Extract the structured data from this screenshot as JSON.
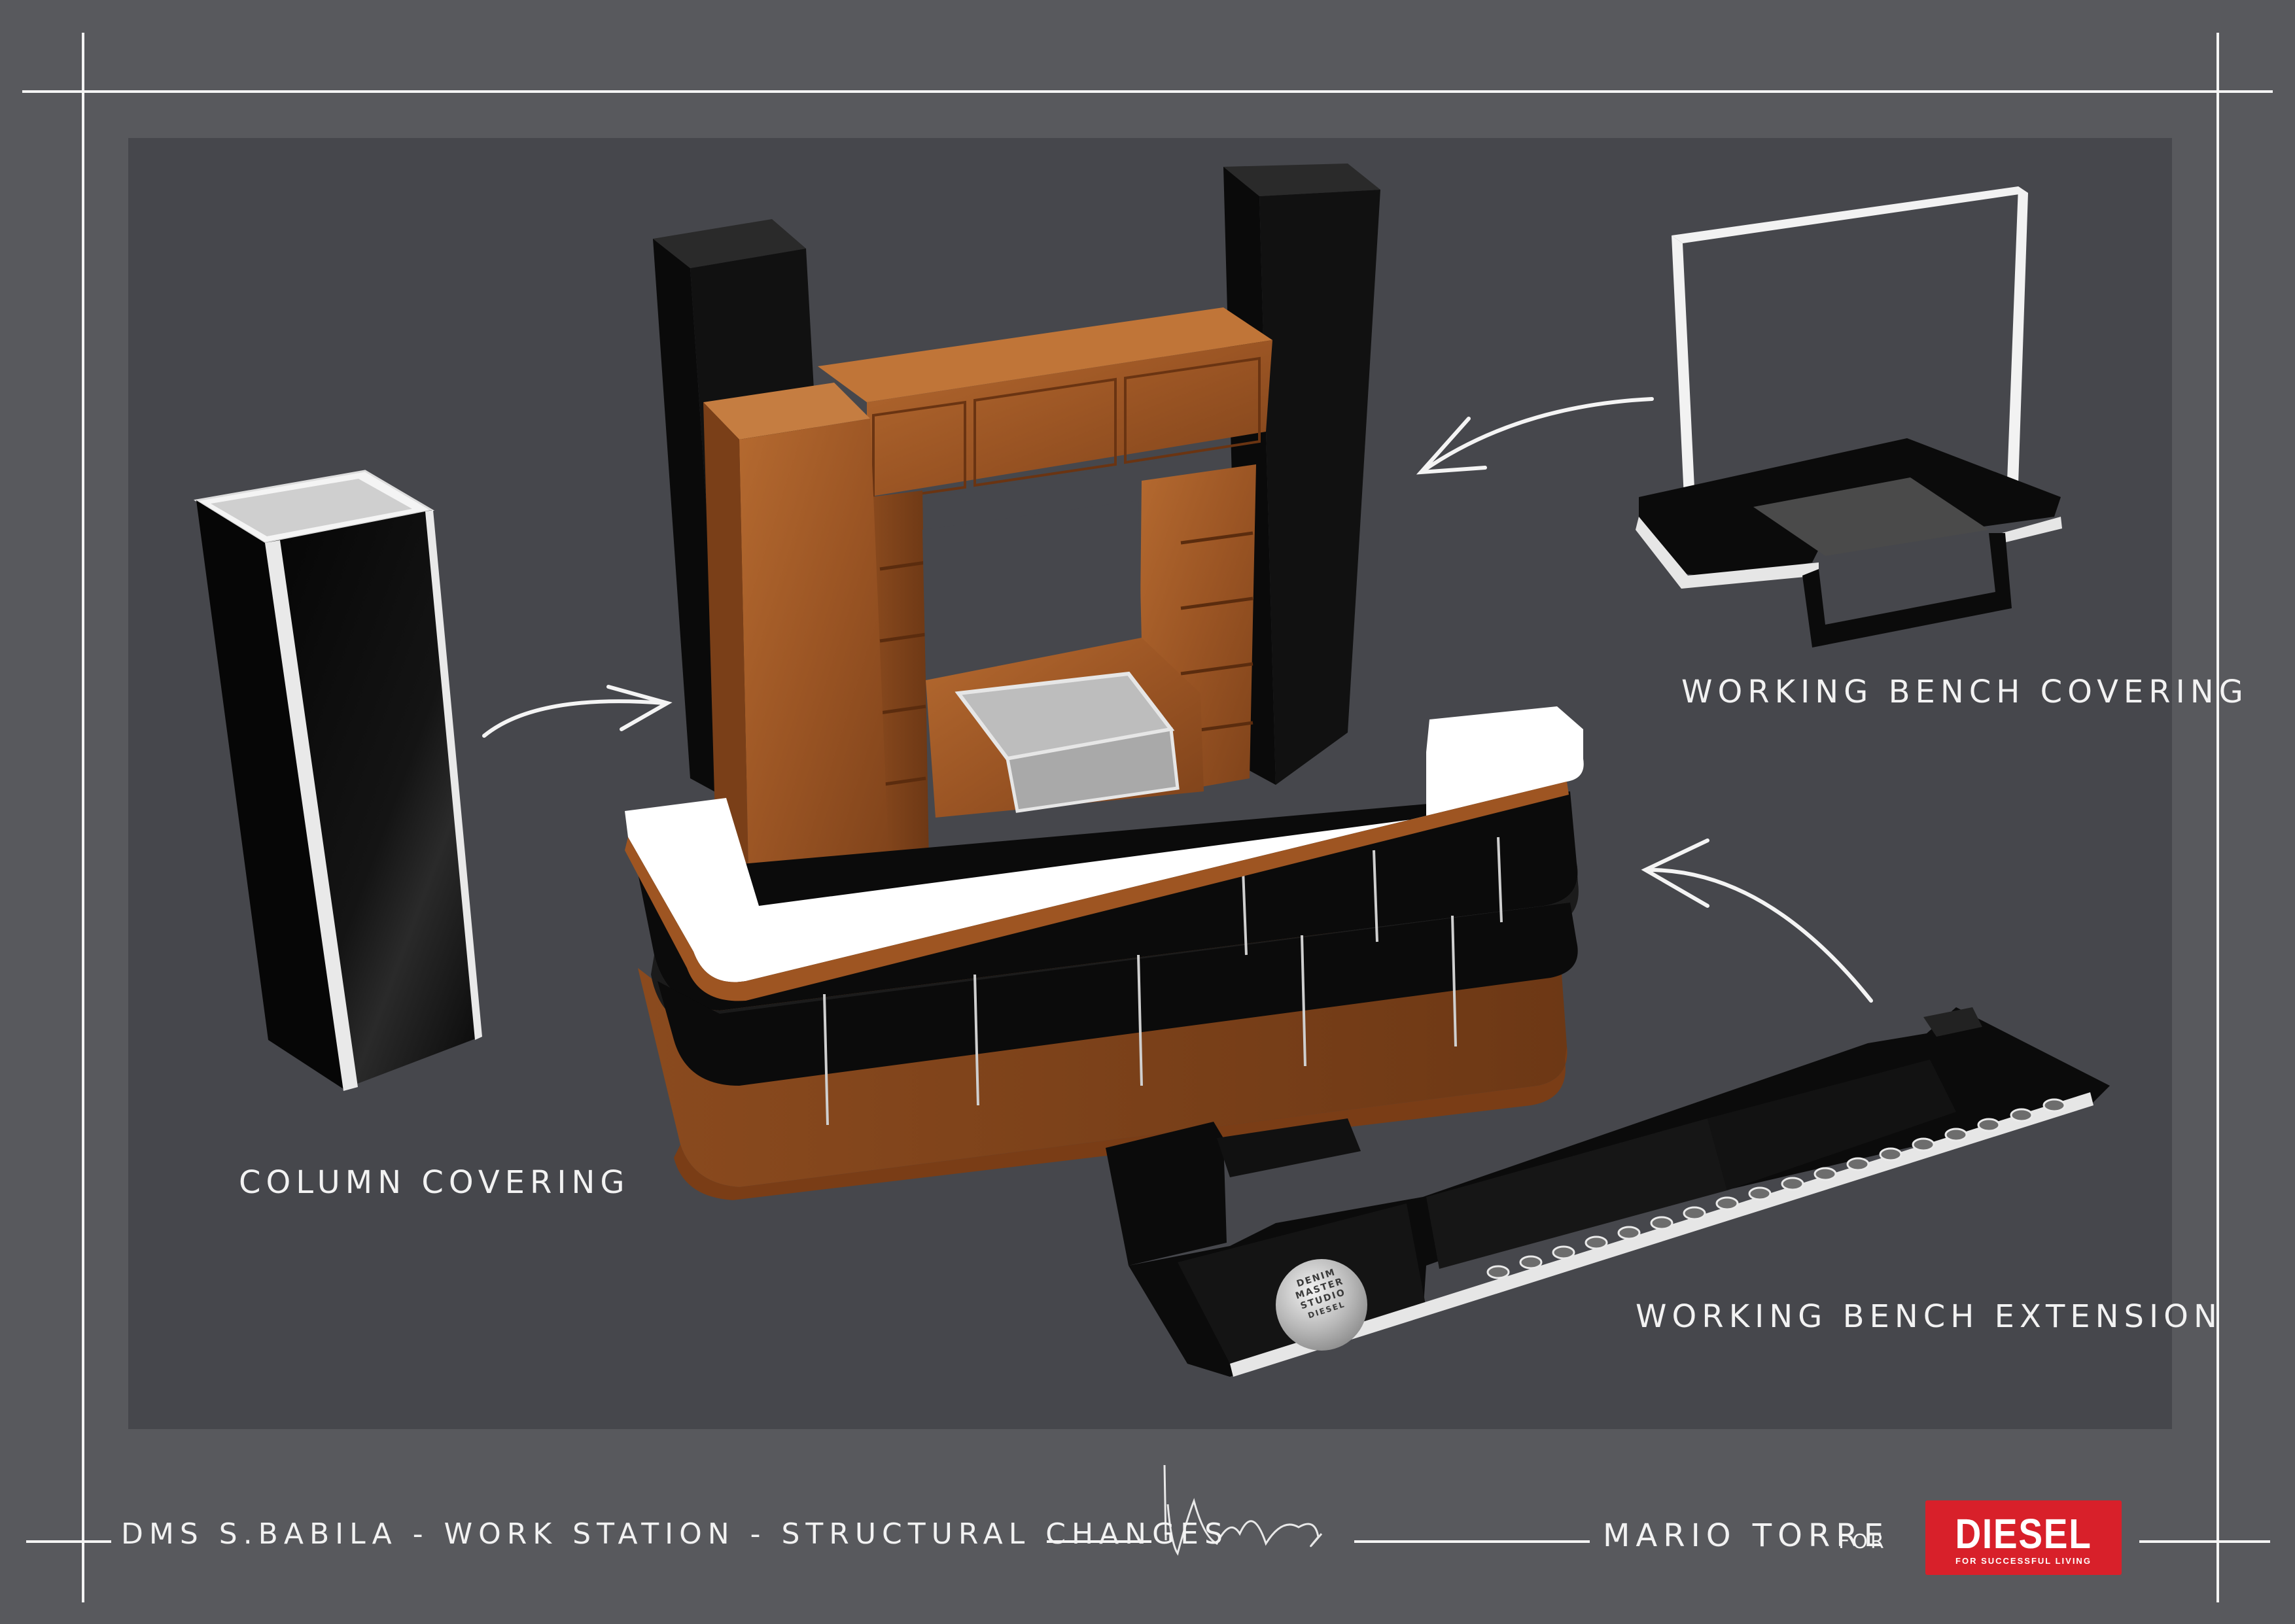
{
  "labels": {
    "column_covering": "COLUMN COVERING",
    "working_bench_covering": "WORKING BENCH COVERING",
    "working_bench_extension": "WORKING BENCH EXTENSION"
  },
  "footer": {
    "title": "DMS S.BABILA - WORK STATION - STRUCTURAL CHANGES",
    "author": "MARIO TORRE",
    "for_word": "FOR"
  },
  "logo": {
    "brand": "DIESEL",
    "tagline": "FOR SUCCESSFUL LIVING"
  },
  "badge": {
    "line1": "DENIM",
    "line2": "MASTER",
    "line3": "STUDIO",
    "brand": "DIESEL"
  },
  "colors": {
    "background": "#58595d",
    "panel": "#46474c",
    "wood": "#9e5522",
    "black": "#0a0a0a",
    "white": "#ffffff",
    "logo_red": "#d8202a"
  }
}
